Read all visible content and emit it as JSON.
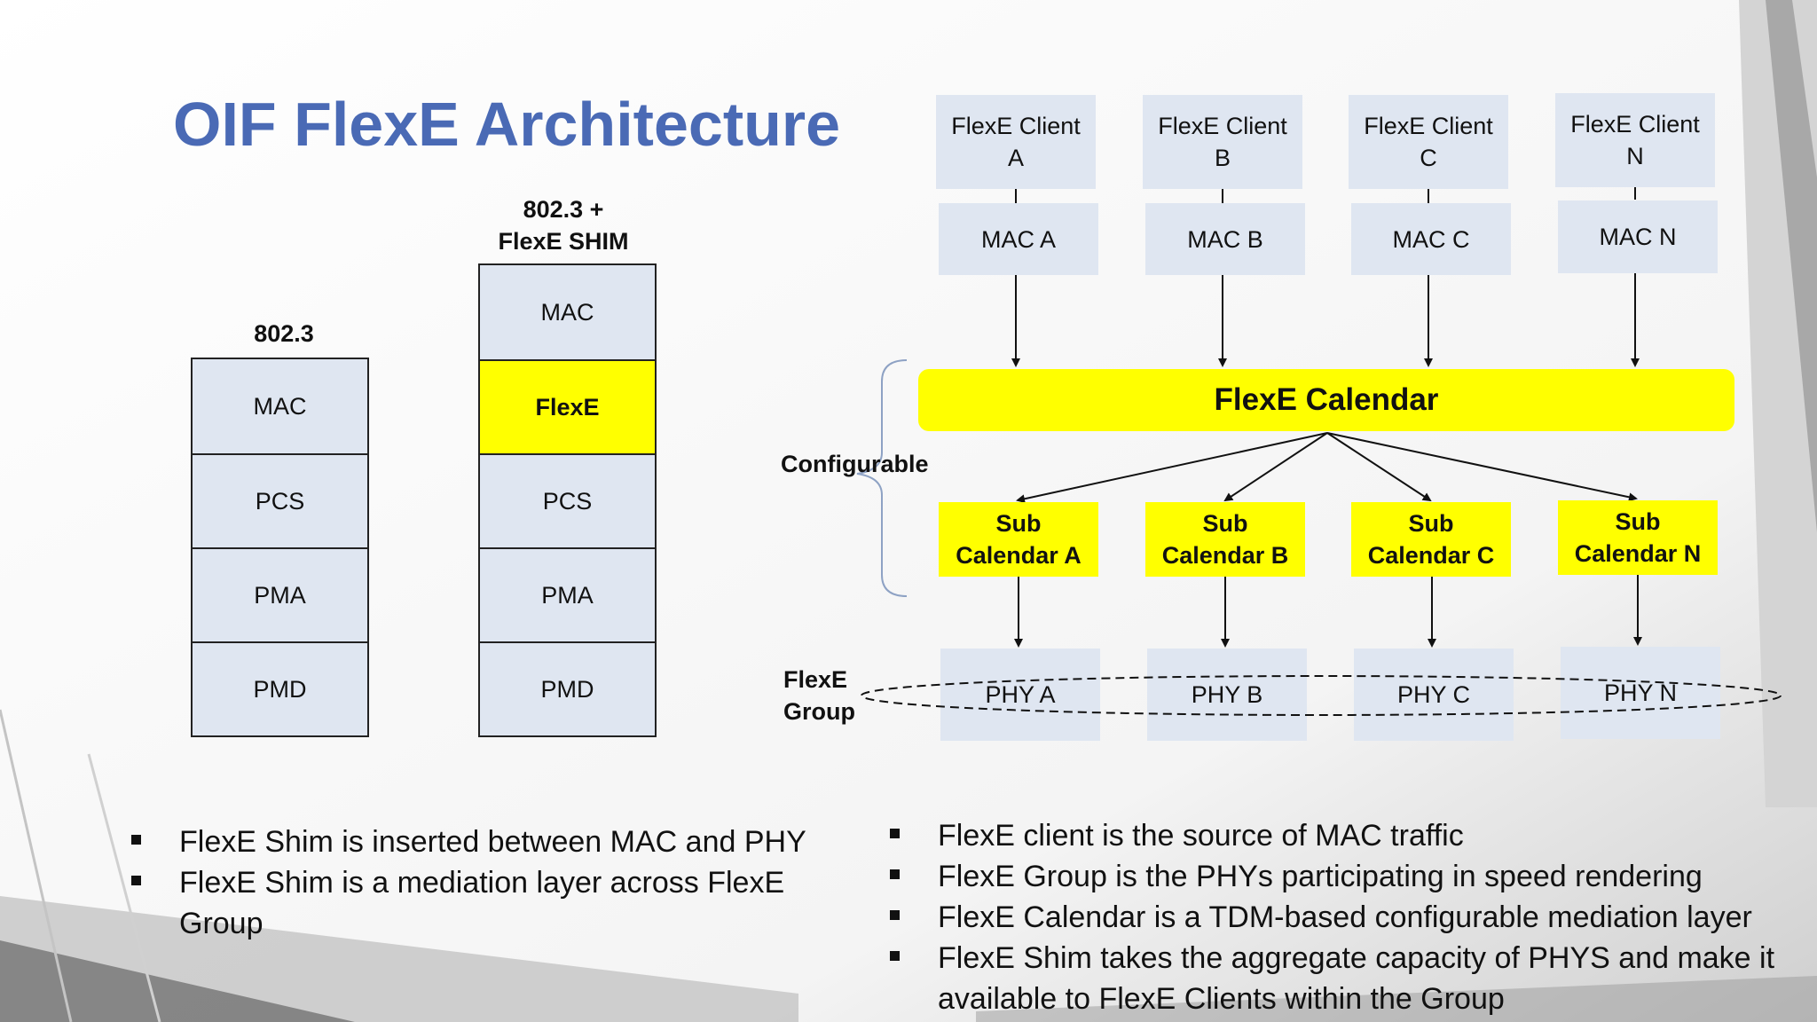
{
  "title": "OIF FlexE Architecture",
  "stack_8023": {
    "label": "802.3",
    "layers": [
      "MAC",
      "PCS",
      "PMA",
      "PMD"
    ]
  },
  "stack_shim": {
    "label_line1": "802.3 +",
    "label_line2": "FlexE SHIM",
    "layers": [
      "MAC",
      "FlexE",
      "PCS",
      "PMA",
      "PMD"
    ]
  },
  "clients": [
    {
      "line1": "FlexE Client",
      "line2": "A",
      "mac": "MAC A",
      "sub_line1": "Sub",
      "sub_line2": "Calendar A",
      "phy": "PHY A"
    },
    {
      "line1": "FlexE Client",
      "line2": "B",
      "mac": "MAC B",
      "sub_line1": "Sub",
      "sub_line2": "Calendar B",
      "phy": "PHY B"
    },
    {
      "line1": "FlexE Client",
      "line2": "C",
      "mac": "MAC C",
      "sub_line1": "Sub",
      "sub_line2": "Calendar C",
      "phy": "PHY C"
    },
    {
      "line1": "FlexE Client",
      "line2": "N",
      "mac": "MAC N",
      "sub_line1": "Sub",
      "sub_line2": "Calendar N",
      "phy": "PHY N"
    }
  ],
  "calendar": "FlexE Calendar",
  "configurable": "Configurable",
  "group_line1": "FlexE",
  "group_line2": "Group",
  "bullets_left": [
    "FlexE Shim is inserted between MAC and PHY",
    "FlexE Shim is a mediation layer across FlexE Group"
  ],
  "bullets_right": [
    "FlexE client is the source of MAC traffic",
    "FlexE Group is the PHYs participating in speed rendering",
    "FlexE Calendar is a TDM-based configurable mediation layer",
    "FlexE Shim takes the aggregate capacity of PHYS and make it available to FlexE Clients within the Group"
  ],
  "colors": {
    "title": "#4a6ab5",
    "box_fill": "#dfe6f1",
    "highlight": "#ffff00"
  }
}
